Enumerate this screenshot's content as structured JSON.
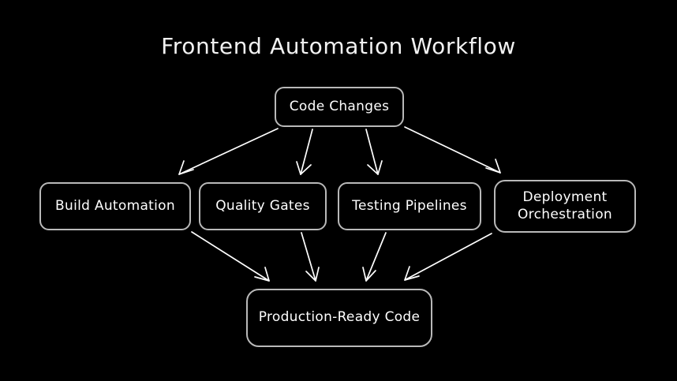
{
  "diagram": {
    "title": "Frontend Automation Workflow",
    "background_color": "#000000",
    "node_border_color": "#b9b9b9",
    "node_fill_color": "#000000",
    "text_color": "#ffffff",
    "edge_color": "#ffffff",
    "type": "flowchart",
    "direction": "top-to-bottom",
    "nodes": [
      {
        "id": "code-changes",
        "label": "Code Changes",
        "row": "top"
      },
      {
        "id": "build",
        "label": "Build Automation",
        "row": "middle"
      },
      {
        "id": "quality",
        "label": "Quality Gates",
        "row": "middle"
      },
      {
        "id": "testing",
        "label": "Testing Pipelines",
        "row": "middle"
      },
      {
        "id": "deployment",
        "label": "Deployment\nOrchestration",
        "row": "middle"
      },
      {
        "id": "production",
        "label": "Production-Ready Code",
        "row": "bottom"
      }
    ],
    "edges": [
      {
        "from": "code-changes",
        "to": "build",
        "arrowhead": "open"
      },
      {
        "from": "code-changes",
        "to": "quality",
        "arrowhead": "open"
      },
      {
        "from": "code-changes",
        "to": "testing",
        "arrowhead": "open"
      },
      {
        "from": "code-changes",
        "to": "deployment",
        "arrowhead": "open"
      },
      {
        "from": "build",
        "to": "production",
        "arrowhead": "open"
      },
      {
        "from": "quality",
        "to": "production",
        "arrowhead": "open"
      },
      {
        "from": "testing",
        "to": "production",
        "arrowhead": "open"
      },
      {
        "from": "deployment",
        "to": "production",
        "arrowhead": "open"
      }
    ]
  }
}
